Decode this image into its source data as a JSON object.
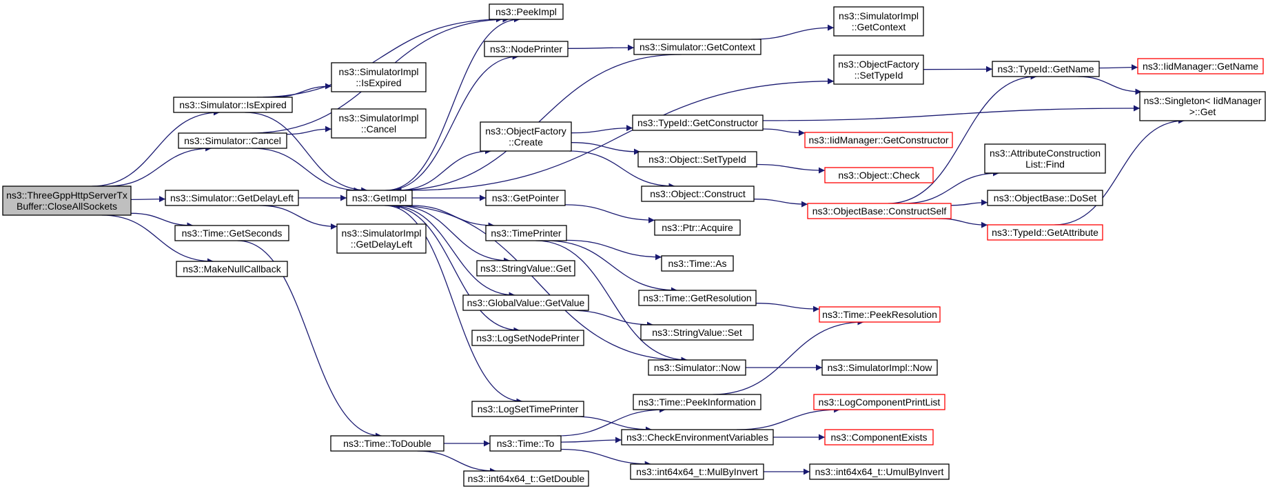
{
  "colors": {
    "edge": "#191970",
    "node_border": "#000000",
    "node_border_truncated": "#ff0000",
    "root_fill": "#bfbfbf",
    "node_fill": "#ffffff"
  },
  "nodes": [
    {
      "id": "root",
      "lines": [
        "ns3::ThreeGppHttpServerTx",
        "Buffer::CloseAllSockets"
      ],
      "style": "root"
    },
    {
      "id": "sim_isexpired",
      "lines": [
        "ns3::Simulator::IsExpired"
      ]
    },
    {
      "id": "sim_cancel",
      "lines": [
        "ns3::Simulator::Cancel"
      ]
    },
    {
      "id": "sim_getdelayleft",
      "lines": [
        "ns3::Simulator::GetDelayLeft"
      ]
    },
    {
      "id": "time_getseconds",
      "lines": [
        "ns3::Time::GetSeconds"
      ]
    },
    {
      "id": "makenullcallback",
      "lines": [
        "ns3::MakeNullCallback"
      ]
    },
    {
      "id": "peekimpl",
      "lines": [
        "ns3::PeekImpl"
      ]
    },
    {
      "id": "simimpl_isexpired",
      "lines": [
        "ns3::SimulatorImpl",
        "::IsExpired"
      ]
    },
    {
      "id": "simimpl_cancel",
      "lines": [
        "ns3::SimulatorImpl",
        "::Cancel"
      ]
    },
    {
      "id": "getimpl",
      "lines": [
        "ns3::GetImpl"
      ]
    },
    {
      "id": "simimpl_getdelayleft",
      "lines": [
        "ns3::SimulatorImpl",
        "::GetDelayLeft"
      ]
    },
    {
      "id": "time_todouble",
      "lines": [
        "ns3::Time::ToDouble"
      ]
    },
    {
      "id": "nodeprinter",
      "lines": [
        "ns3::NodePrinter"
      ]
    },
    {
      "id": "objfactory_create",
      "lines": [
        "ns3::ObjectFactory",
        "::Create"
      ]
    },
    {
      "id": "getpointer",
      "lines": [
        "ns3::GetPointer"
      ]
    },
    {
      "id": "timeprinter",
      "lines": [
        "ns3::TimePrinter"
      ]
    },
    {
      "id": "stringvalue_get",
      "lines": [
        "ns3::StringValue::Get"
      ]
    },
    {
      "id": "globalvalue_getvalue",
      "lines": [
        "ns3::GlobalValue::GetValue"
      ]
    },
    {
      "id": "logsetnodeprinter",
      "lines": [
        "ns3::LogSetNodePrinter"
      ]
    },
    {
      "id": "logsettimeprinter",
      "lines": [
        "ns3::LogSetTimePrinter"
      ]
    },
    {
      "id": "time_to",
      "lines": [
        "ns3::Time::To"
      ]
    },
    {
      "id": "int64_getdouble",
      "lines": [
        "ns3::int64x64_t::GetDouble"
      ]
    },
    {
      "id": "sim_getcontext",
      "lines": [
        "ns3::Simulator::GetContext"
      ]
    },
    {
      "id": "typeid_getconstructor",
      "lines": [
        "ns3::TypeId::GetConstructor"
      ]
    },
    {
      "id": "object_settypeid",
      "lines": [
        "ns3::Object::SetTypeId"
      ]
    },
    {
      "id": "object_construct",
      "lines": [
        "ns3::Object::Construct"
      ]
    },
    {
      "id": "ptr_acquire",
      "lines": [
        "ns3::Ptr::Acquire"
      ]
    },
    {
      "id": "time_as",
      "lines": [
        "ns3::Time::As"
      ]
    },
    {
      "id": "time_getresolution",
      "lines": [
        "ns3::Time::GetResolution"
      ]
    },
    {
      "id": "stringvalue_set",
      "lines": [
        "ns3::StringValue::Set"
      ]
    },
    {
      "id": "sim_now",
      "lines": [
        "ns3::Simulator::Now"
      ]
    },
    {
      "id": "time_peekinformation",
      "lines": [
        "ns3::Time::PeekInformation"
      ]
    },
    {
      "id": "checkenvvars",
      "lines": [
        "ns3::CheckEnvironmentVariables"
      ]
    },
    {
      "id": "int64_mulbyinvert",
      "lines": [
        "ns3::int64x64_t::MulByInvert"
      ]
    },
    {
      "id": "simimpl_getcontext",
      "lines": [
        "ns3::SimulatorImpl",
        "::GetContext"
      ]
    },
    {
      "id": "objfactory_settypeid",
      "lines": [
        "ns3::ObjectFactory",
        "::SetTypeId"
      ]
    },
    {
      "id": "iidmanager_getconstructor",
      "lines": [
        "ns3::IidManager::GetConstructor"
      ],
      "style": "red"
    },
    {
      "id": "object_check",
      "lines": [
        "ns3::Object::Check"
      ],
      "style": "red"
    },
    {
      "id": "objectbase_constructself",
      "lines": [
        "ns3::ObjectBase::ConstructSelf"
      ],
      "style": "red"
    },
    {
      "id": "time_peekresolution",
      "lines": [
        "ns3::Time::PeekResolution"
      ],
      "style": "red"
    },
    {
      "id": "simimpl_now",
      "lines": [
        "ns3::SimulatorImpl::Now"
      ]
    },
    {
      "id": "logcomponentprintlist",
      "lines": [
        "ns3::LogComponentPrintList"
      ],
      "style": "red"
    },
    {
      "id": "componentexists",
      "lines": [
        "ns3::ComponentExists"
      ],
      "style": "red"
    },
    {
      "id": "int64_umulbyinvert",
      "lines": [
        "ns3::int64x64_t::UmulByInvert"
      ]
    },
    {
      "id": "typeid_getname",
      "lines": [
        "ns3::TypeId::GetName"
      ]
    },
    {
      "id": "attrconstructionlist_find",
      "lines": [
        "ns3::AttributeConstruction",
        "List::Find"
      ]
    },
    {
      "id": "objectbase_doset",
      "lines": [
        "ns3::ObjectBase::DoSet"
      ]
    },
    {
      "id": "typeid_getattribute",
      "lines": [
        "ns3::TypeId::GetAttribute"
      ],
      "style": "red"
    },
    {
      "id": "iidmanager_getname",
      "lines": [
        "ns3::IidManager::GetName"
      ],
      "style": "red"
    },
    {
      "id": "singleton_get",
      "lines": [
        "ns3::Singleton< IidManager",
        " >::Get"
      ]
    }
  ],
  "edges": [
    [
      "root",
      "sim_isexpired"
    ],
    [
      "root",
      "sim_cancel"
    ],
    [
      "root",
      "sim_getdelayleft"
    ],
    [
      "root",
      "time_getseconds"
    ],
    [
      "root",
      "makenullcallback"
    ],
    [
      "sim_isexpired",
      "peekimpl"
    ],
    [
      "sim_isexpired",
      "simimpl_isexpired"
    ],
    [
      "sim_isexpired",
      "getimpl"
    ],
    [
      "sim_cancel",
      "peekimpl"
    ],
    [
      "sim_cancel",
      "simimpl_cancel"
    ],
    [
      "sim_cancel",
      "getimpl"
    ],
    [
      "sim_getdelayleft",
      "getimpl"
    ],
    [
      "sim_getdelayleft",
      "simimpl_getdelayleft"
    ],
    [
      "time_getseconds",
      "time_todouble"
    ],
    [
      "getimpl",
      "peekimpl"
    ],
    [
      "getimpl",
      "nodeprinter"
    ],
    [
      "getimpl",
      "objfactory_settypeid"
    ],
    [
      "getimpl",
      "objfactory_create"
    ],
    [
      "getimpl",
      "getpointer"
    ],
    [
      "getimpl",
      "timeprinter"
    ],
    [
      "getimpl",
      "stringvalue_get"
    ],
    [
      "getimpl",
      "globalvalue_getvalue"
    ],
    [
      "getimpl",
      "logsetnodeprinter"
    ],
    [
      "getimpl",
      "logsettimeprinter"
    ],
    [
      "sim_getcontext",
      "getimpl"
    ],
    [
      "sim_now",
      "getimpl"
    ],
    [
      "nodeprinter",
      "sim_getcontext"
    ],
    [
      "sim_getcontext",
      "simimpl_getcontext"
    ],
    [
      "objfactory_create",
      "typeid_getconstructor"
    ],
    [
      "objfactory_create",
      "object_settypeid"
    ],
    [
      "objfactory_create",
      "object_construct"
    ],
    [
      "typeid_getconstructor",
      "singleton_get"
    ],
    [
      "typeid_getconstructor",
      "iidmanager_getconstructor"
    ],
    [
      "object_settypeid",
      "object_check"
    ],
    [
      "object_construct",
      "objectbase_constructself"
    ],
    [
      "objectbase_constructself",
      "typeid_getname"
    ],
    [
      "objectbase_constructself",
      "attrconstructionlist_find"
    ],
    [
      "objectbase_constructself",
      "objectbase_doset"
    ],
    [
      "objectbase_constructself",
      "typeid_getattribute"
    ],
    [
      "typeid_getattribute",
      "singleton_get"
    ],
    [
      "objfactory_settypeid",
      "typeid_getname"
    ],
    [
      "typeid_getname",
      "iidmanager_getname"
    ],
    [
      "typeid_getname",
      "singleton_get"
    ],
    [
      "getpointer",
      "ptr_acquire"
    ],
    [
      "timeprinter",
      "time_as"
    ],
    [
      "timeprinter",
      "time_getresolution"
    ],
    [
      "timeprinter",
      "sim_now"
    ],
    [
      "time_getresolution",
      "time_peekresolution"
    ],
    [
      "globalvalue_getvalue",
      "stringvalue_set"
    ],
    [
      "sim_now",
      "simimpl_now"
    ],
    [
      "time_peekinformation",
      "time_peekresolution"
    ],
    [
      "logsettimeprinter",
      "checkenvvars"
    ],
    [
      "checkenvvars",
      "logcomponentprintlist"
    ],
    [
      "checkenvvars",
      "componentexists"
    ],
    [
      "time_todouble",
      "time_to"
    ],
    [
      "time_todouble",
      "int64_getdouble"
    ],
    [
      "time_to",
      "time_peekinformation"
    ],
    [
      "time_to",
      "checkenvvars"
    ],
    [
      "time_to",
      "int64_mulbyinvert"
    ],
    [
      "int64_mulbyinvert",
      "int64_umulbyinvert"
    ]
  ]
}
